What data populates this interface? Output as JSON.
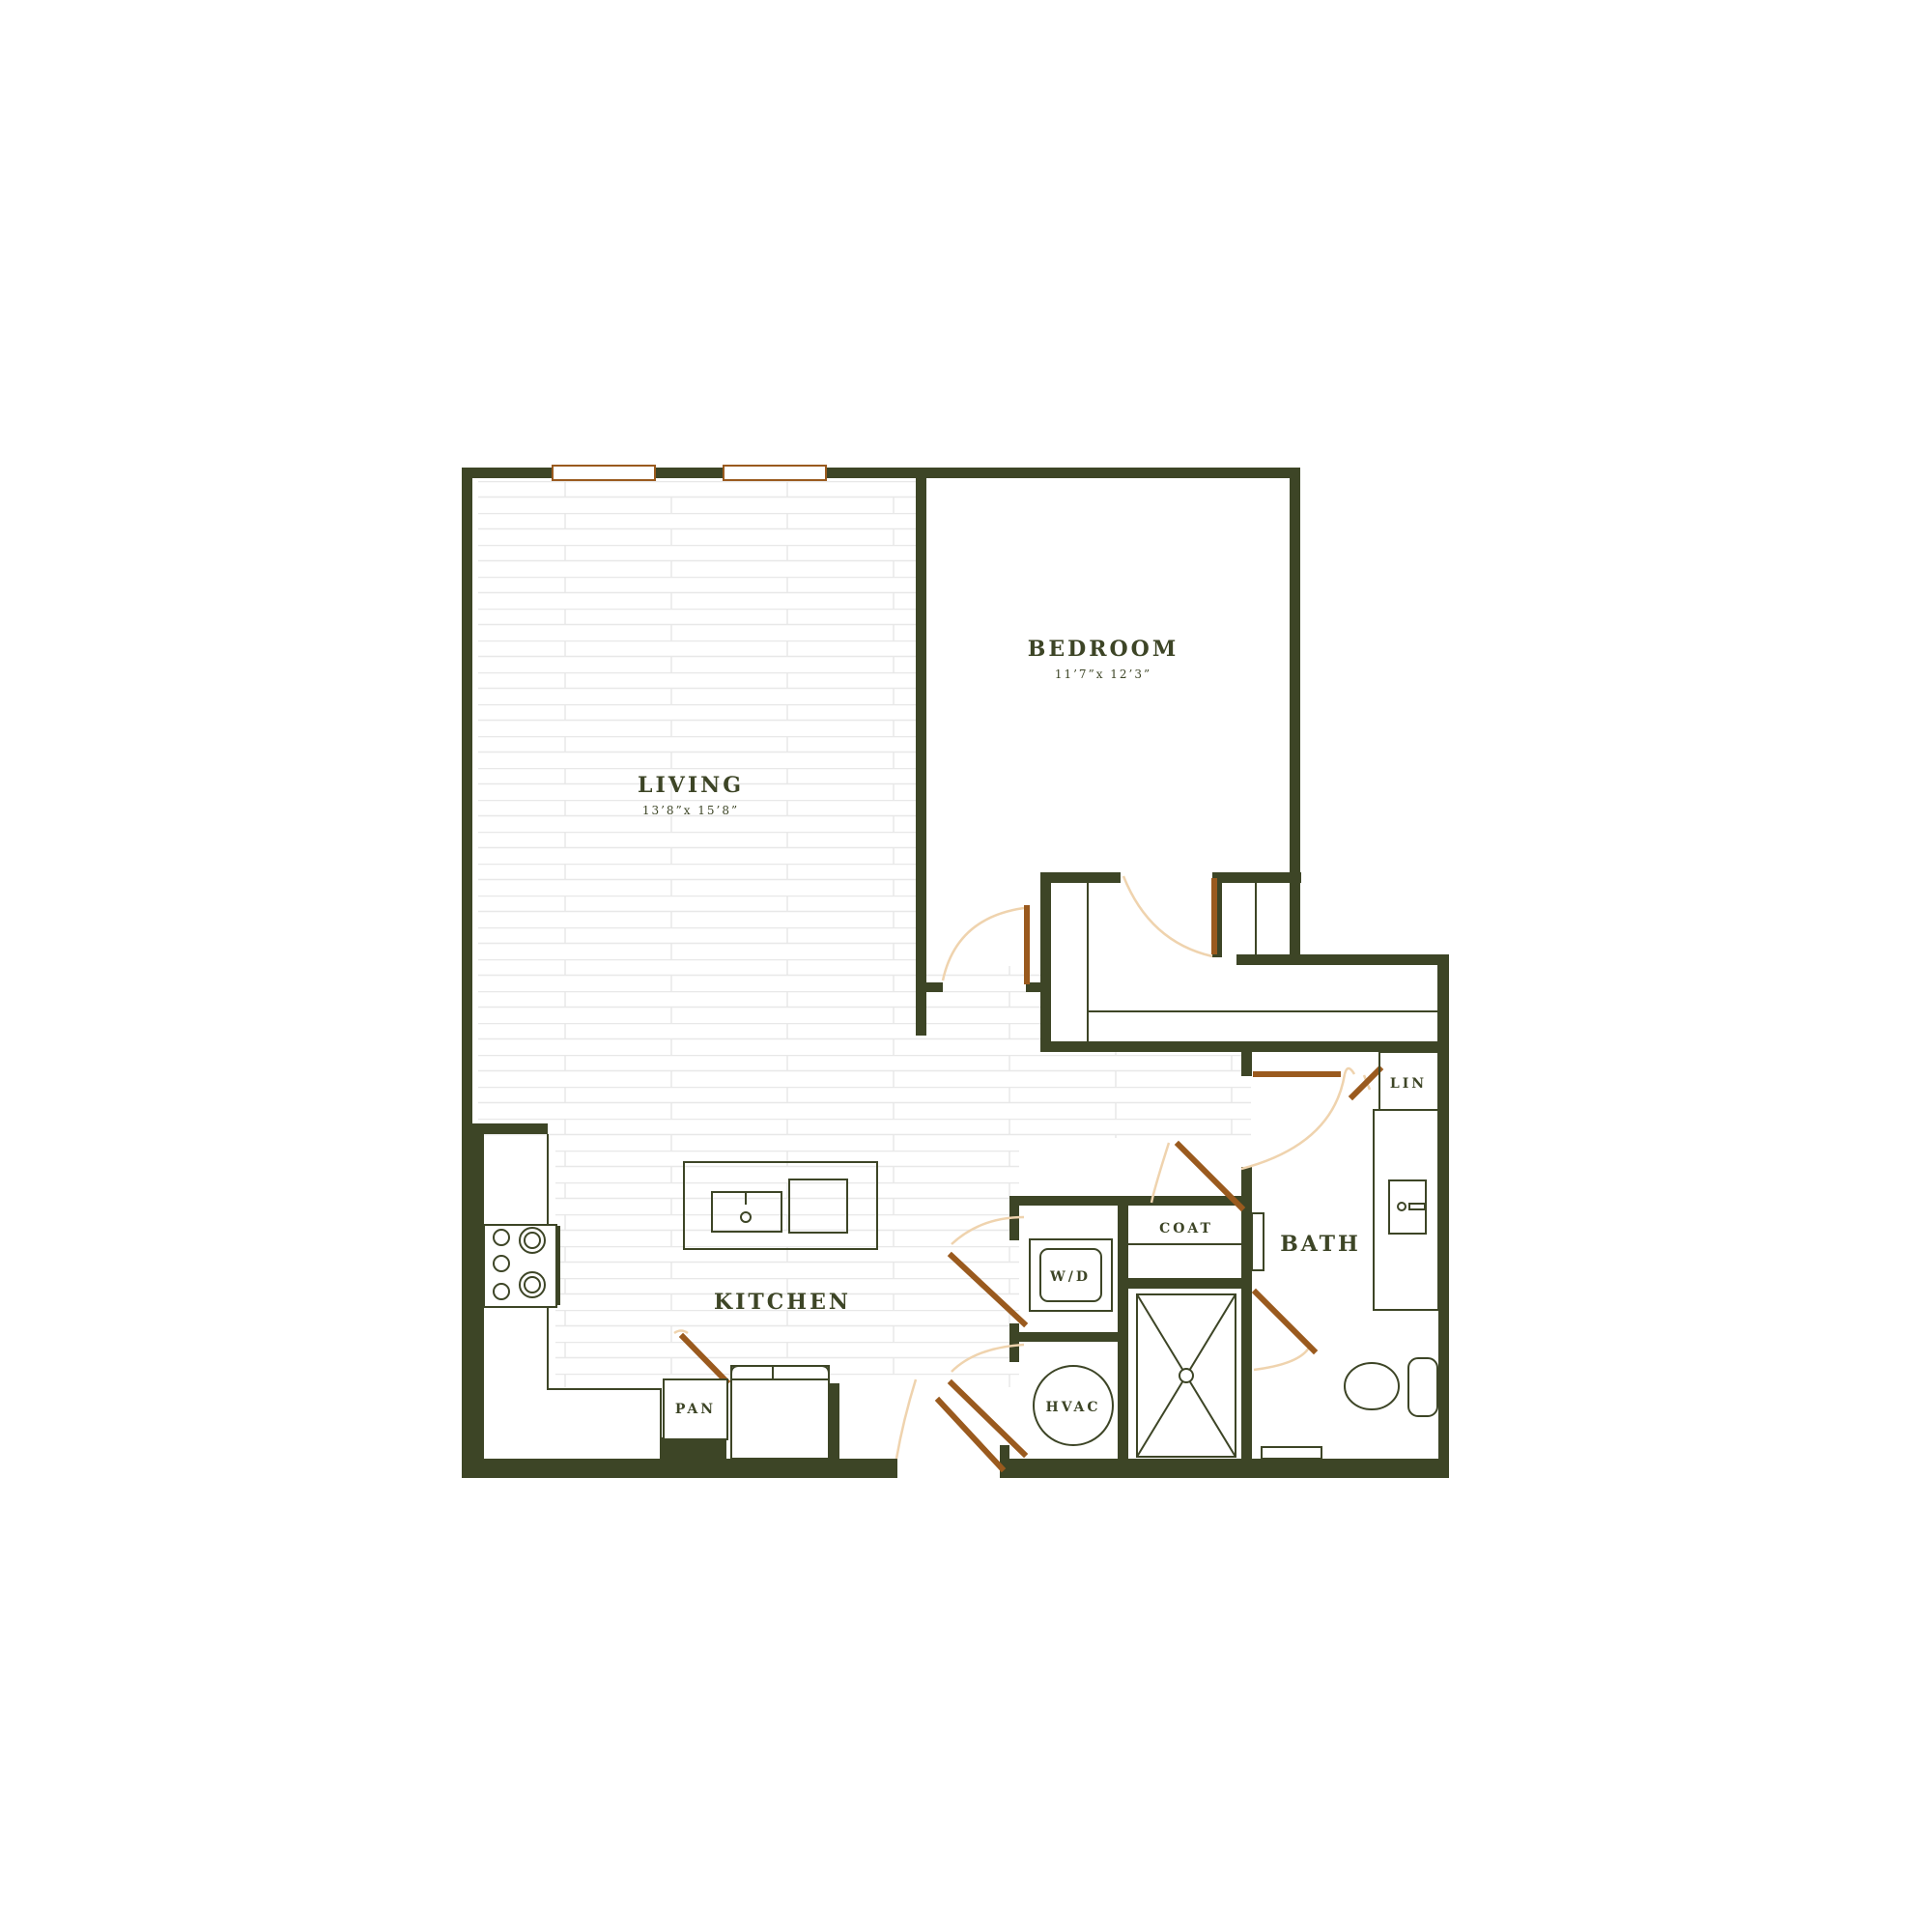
{
  "colors": {
    "wall": "#3d4526",
    "door": "#9a5a1e",
    "swing": "#efd3ae",
    "fixture": "#3d4526",
    "floor_line": "#e8e8e8",
    "text": "#3d4526",
    "background": "#ffffff"
  },
  "rooms": {
    "bedroom": {
      "name": "BEDROOM",
      "dims": "11’7”x 12’3”"
    },
    "living": {
      "name": "LIVING",
      "dims": "13’8”x 15’8”"
    },
    "kitchen": {
      "name": "KITCHEN"
    },
    "bath": {
      "name": "BATH"
    },
    "coat": {
      "name": "COAT"
    },
    "lin": {
      "name": "LIN"
    },
    "pan": {
      "name": "PAN"
    },
    "wd": {
      "name": "W/D"
    },
    "hvac": {
      "name": "HVAC"
    }
  },
  "fixtures": [
    "range-cooktop",
    "kitchen-island-sink",
    "refrigerator",
    "washer-dryer",
    "hvac-unit",
    "shower",
    "bath-vanity-sink",
    "toilet"
  ]
}
